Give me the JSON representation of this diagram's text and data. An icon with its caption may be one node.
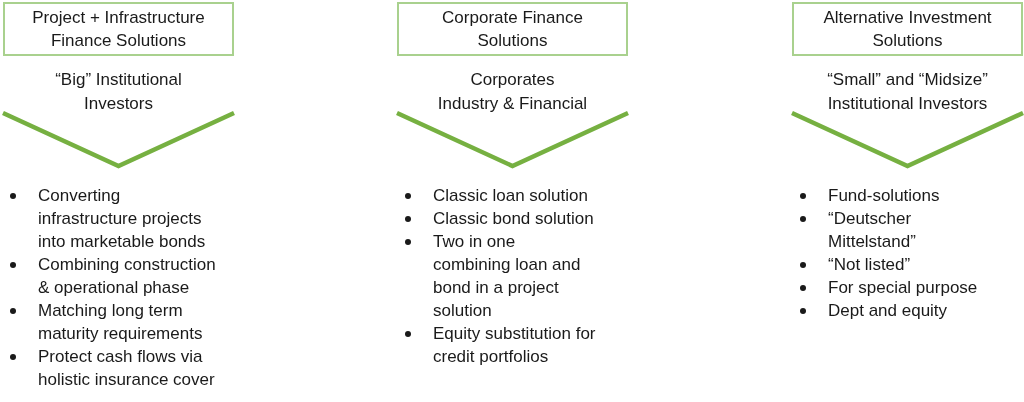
{
  "diagram": {
    "nodes": [
      {
        "text": [
          "Project + Infrastructure Finance Solutions"
        ]
      },
      {
        "text": [
          "Corporate Finance Solutions"
        ]
      },
      {
        "text": [
          "Alternative Investment Solutions"
        ]
      }
    ],
    "labels": [
      "“Big” Institutional Investors",
      "Converting infrastructure projects into marketable bonds",
      "Combining construction & operational phase",
      "Matching long term maturity requirements",
      "Protect cash flows via holistic insurance cover",
      "Corporates",
      "Industry & Financial",
      "Classic loan solution",
      "Classic bond solution",
      "Two in one combining loan and bond in a project solution",
      "Equity substitution for credit portfolios",
      "“Small” and “Midsize” Institutional Investors",
      "Fund-solutions",
      "“Deutscher Mittelstand”",
      "“Not listed”",
      "For special purpose",
      "Dept and equity"
    ]
  }
}
